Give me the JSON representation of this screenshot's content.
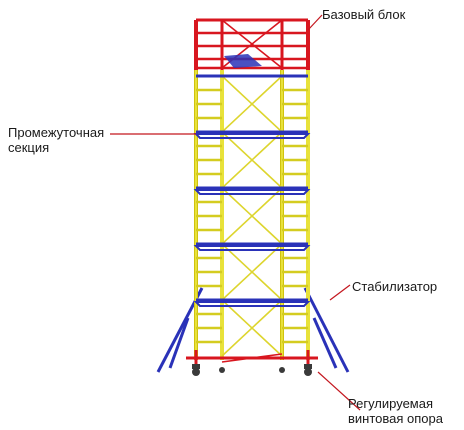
{
  "labels": {
    "base_block": "Базовый блок",
    "intermediate_section_line1": "Промежуточная",
    "intermediate_section_line2": "секция",
    "stabilizer": "Стабилизатор",
    "screw_support_line1": "Регулируемая",
    "screw_support_line2": "винтовая опора"
  },
  "colors": {
    "frame_yellow": "#e8e23a",
    "frame_yellow_stroke": "#c9b800",
    "brace_blue": "#2a32b8",
    "base_red": "#d8161f",
    "leader_red": "#c4171f",
    "caster_dark": "#3a3a3a"
  }
}
